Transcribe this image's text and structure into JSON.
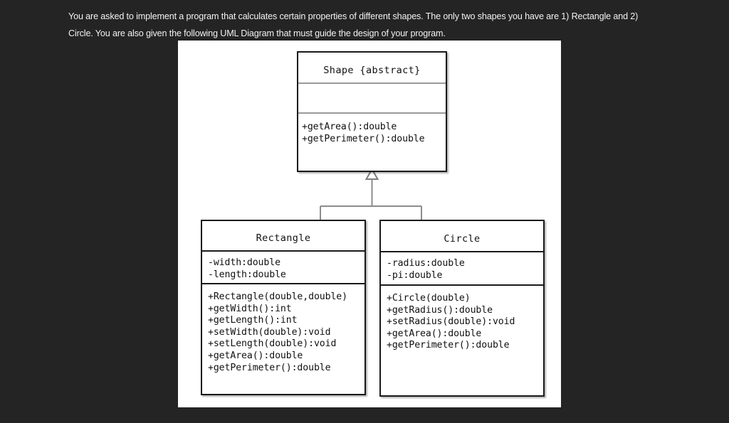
{
  "prompt": {
    "text": "You are asked to implement a program that calculates certain properties of different shapes. The only two shapes you have are 1) Rectangle and 2) Circle. You are also given the following UML Diagram that must guide the design of your program."
  },
  "colors": {
    "page_background": "#242424",
    "canvas_background": "#ffffff",
    "box_border": "#1a1a1a",
    "shape_divider": "#9a9a9a",
    "subclass_divider": "#1a1a1a",
    "connector_line": "#8c8c8c",
    "text": "#111111",
    "prompt_text": "#f2f2f2"
  },
  "diagram": {
    "type": "uml-class-diagram",
    "relationship": "generalization",
    "classes": {
      "shape": {
        "name": "Shape {abstract}",
        "stereotype": "abstract",
        "attributes": "",
        "methods": "+getArea():double\n+getPerimeter():double"
      },
      "rectangle": {
        "name": "Rectangle",
        "attributes": "-width:double\n-length:double",
        "methods": "+Rectangle(double,double)\n+getWidth():int\n+getLength():int\n+setWidth(double):void\n+setLength(double):void\n+getArea():double\n+getPerimeter():double"
      },
      "circle": {
        "name": "Circle",
        "attributes": "-radius:double\n-pi:double",
        "methods": "+Circle(double)\n+getRadius():double\n+setRadius(double):void\n+getArea():double\n+getPerimeter():double"
      }
    }
  }
}
